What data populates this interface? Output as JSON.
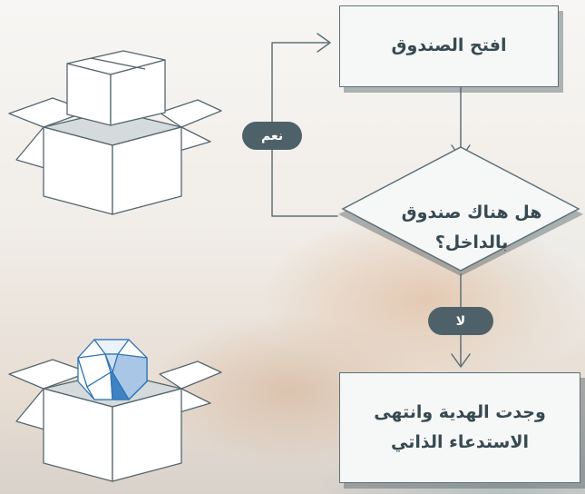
{
  "flowchart": {
    "open_box": "افتح الصندوق",
    "question_line1": "هل هناك صندوق",
    "question_line2": "بالداخل؟",
    "yes_label": "نعم",
    "no_label": "لا",
    "end_line1": "وجدت الهدية وانتهى",
    "end_line2": "الاستدعاء الذاتي"
  },
  "illustrations": {
    "top": "empty-open-box-with-closed-box-icon",
    "bottom": "open-box-with-gift-icon"
  },
  "colors": {
    "line": "#5d7178",
    "pill": "#4e6169",
    "text": "#374a52",
    "gift": "#3e84c4"
  }
}
